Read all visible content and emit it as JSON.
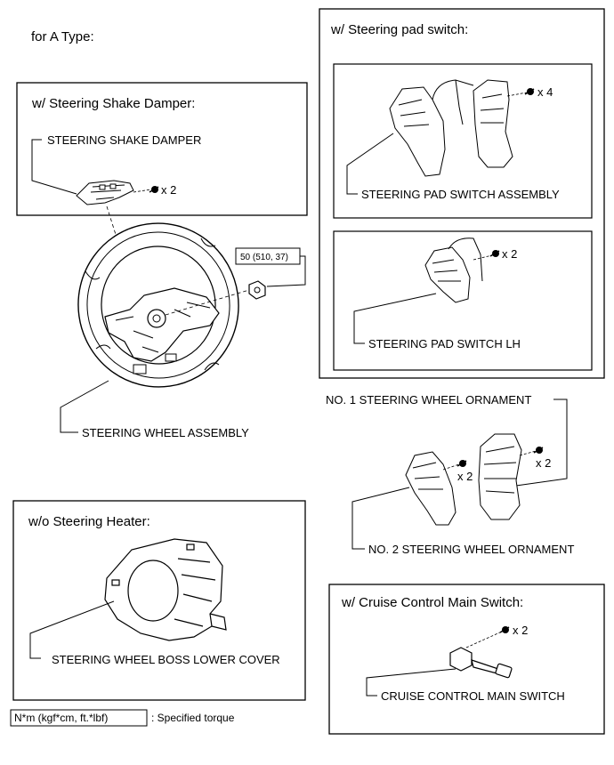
{
  "variant_label": "for A Type:",
  "boxes": {
    "shake_damper": {
      "title": "w/ Steering Shake Damper:",
      "part": "STEERING SHAKE DAMPER",
      "qty": "x 2"
    },
    "pad_switch": {
      "title": "w/ Steering pad switch:"
    },
    "pad_switch_assembly": {
      "part": "STEERING PAD SWITCH ASSEMBLY",
      "qty": "x 4"
    },
    "pad_switch_lh": {
      "part": "STEERING PAD SWITCH LH",
      "qty": "x 2"
    },
    "heater": {
      "title": "w/o Steering Heater:",
      "part": "STEERING WHEEL BOSS LOWER COVER"
    },
    "cruise": {
      "title": "w/ Cruise Control Main Switch:",
      "part": "CRUISE CONTROL MAIN SWITCH",
      "qty": "x 2"
    }
  },
  "wheel": {
    "part": "STEERING WHEEL ASSEMBLY",
    "torque": "50 (510, 37)"
  },
  "ornaments": {
    "no1": "NO. 1 STEERING WHEEL ORNAMENT",
    "no2": "NO. 2 STEERING WHEEL ORNAMENT",
    "qty_left": "x 2",
    "qty_right": "x 2"
  },
  "legend": {
    "unit": "N*m (kgf*cm, ft.*lbf)",
    "text": ": Specified torque"
  }
}
